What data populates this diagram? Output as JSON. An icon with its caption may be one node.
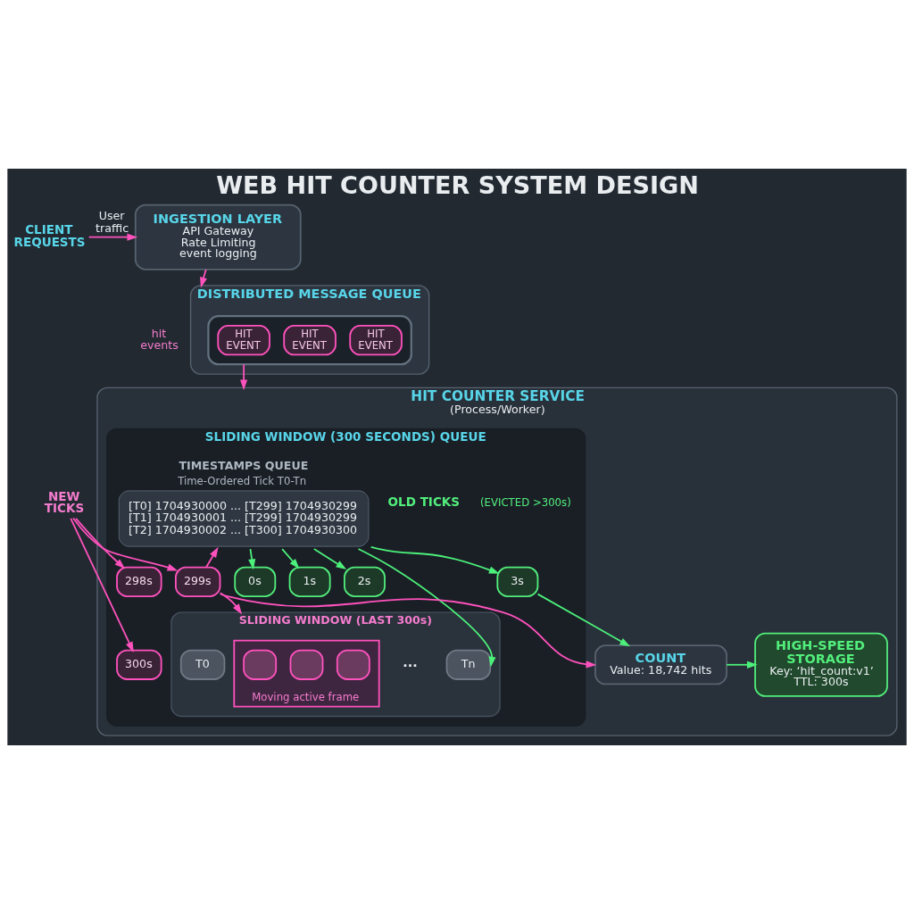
{
  "diagram": {
    "title": "WEB HIT COUNTER SYSTEM DESIGN",
    "nodes": [
      {
        "text": [
          "CLIENT REQUESTS"
        ]
      },
      {
        "text": [
          "INGESTION LAYER",
          "API Gateway",
          "Rate Limiting",
          "event logging"
        ]
      },
      {
        "text": [
          "DISTRIBUTED MESSAGE QUEUE"
        ]
      },
      {
        "text": [],
        "shape": "cylinder",
        "in": 2
      },
      {
        "text": [
          "HIT EVENT"
        ],
        "in": 3
      },
      {
        "text": [
          "HIT EVENT"
        ],
        "in": 3
      },
      {
        "text": [
          "HIT EVENT"
        ],
        "in": 3
      },
      {
        "text": [
          "HIT COUNTER SERVICE",
          "(Process/Worker)"
        ]
      },
      {
        "text": [
          "SLIDING WINDOW (300 SECONDS) QUEUE"
        ],
        "in": 7
      },
      {
        "text": [
          "TIMESTAMPS QUEUE",
          "Time-Ordered Tick T0-Tn",
          "[T0] 1704930000 ... [T299] 1704930299",
          "[T1] 1704930001 ... [T299] 1704930299",
          "[T2] 1704930002 ... [T300] 1704930300"
        ],
        "in": 8
      },
      {
        "text": [
          "0s"
        ],
        "in": 8
      },
      {
        "text": [
          "1s"
        ],
        "in": 8
      },
      {
        "text": [
          "2s"
        ],
        "in": 8
      },
      {
        "text": [
          "3s"
        ],
        "in": 8
      },
      {
        "text": [
          "NEW TICKS"
        ]
      },
      {
        "text": [
          "298s"
        ],
        "in": 8
      },
      {
        "text": [
          "299s"
        ],
        "in": 8
      },
      {
        "text": [
          "300s"
        ],
        "in": 8
      },
      {
        "text": [
          "SLIDING WINDOW (LAST 300s)"
        ],
        "in": 8
      },
      {
        "text": [
          "T0"
        ],
        "in": 18
      },
      {
        "text": [],
        "shape": "box",
        "in": 18,
        "beside": [
          "Moving active frame"
        ]
      },
      {
        "text": [],
        "shape": "box",
        "in": 20
      },
      {
        "text": [],
        "shape": "box",
        "in": 20
      },
      {
        "text": [],
        "shape": "box",
        "in": 20
      },
      {
        "text": [
          "Tn"
        ],
        "in": 18
      },
      {
        "text": [
          "COUNT",
          "Value: 18,742 hits"
        ],
        "in": 7
      },
      {
        "text": [
          "HIGH-SPEED STORAGE",
          "Key: ‘hit_count:v1’",
          "TTL: 300s"
        ],
        "in": 7
      }
    ],
    "edges": [
      {
        "from": 0,
        "to": 1,
        "arrow": "to",
        "label": "User traffic"
      },
      {
        "from": 1,
        "to": 2,
        "arrow": "to"
      },
      {
        "from": 3,
        "to": 7,
        "arrow": "to"
      },
      {
        "from": 14,
        "to": 15,
        "arrow": "to"
      },
      {
        "from": 14,
        "to": 16,
        "arrow": "to"
      },
      {
        "from": 14,
        "to": 17,
        "arrow": "to"
      },
      {
        "from": 16,
        "to": 18,
        "arrow": "to"
      },
      {
        "from": 16,
        "to": 9,
        "arrow": "to"
      },
      {
        "from": 16,
        "to": 25,
        "arrow": "to"
      },
      {
        "from": 9,
        "to": 10,
        "arrow": "to",
        "color": "#4cf07a"
      },
      {
        "from": 9,
        "to": 11,
        "arrow": "to",
        "color": "#4cf07a"
      },
      {
        "from": 9,
        "to": 12,
        "arrow": "to",
        "color": "#4cf07a"
      },
      {
        "from": 9,
        "to": 13,
        "arrow": "to",
        "color": "#4cf07a"
      },
      {
        "from": 9,
        "to": 24,
        "arrow": "to",
        "color": "#4cf07a"
      },
      {
        "from": 13,
        "to": 25,
        "arrow": "to",
        "color": "#4cf07a"
      },
      {
        "from": 25,
        "to": 26,
        "arrow": "to",
        "color": "#4cf07a"
      }
    ],
    "labels": [
      "hit events",
      "OLD TICKS",
      "(EVICTED >300s)",
      "..."
    ]
  }
}
